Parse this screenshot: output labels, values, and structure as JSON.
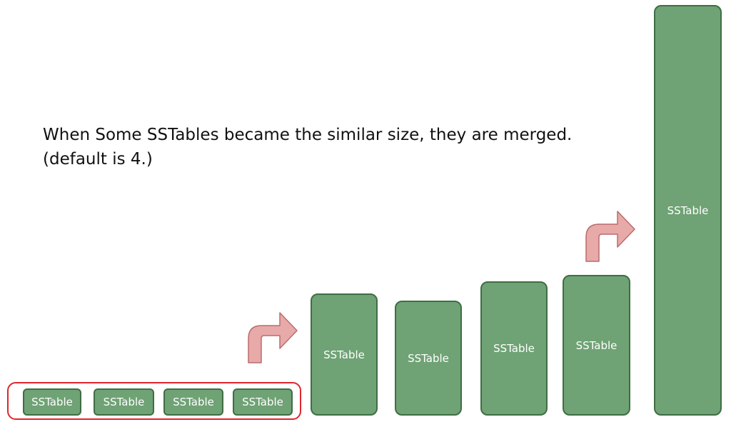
{
  "caption": {
    "line1": "When Some SSTables became the similar size, they are merged.",
    "line2": "(default is 4.)"
  },
  "small_tables": [
    {
      "label": "SSTable"
    },
    {
      "label": "SSTable"
    },
    {
      "label": "SSTable"
    },
    {
      "label": "SSTable"
    }
  ],
  "medium_tables": [
    {
      "label": "SSTable"
    },
    {
      "label": "SSTable"
    },
    {
      "label": "SSTable"
    },
    {
      "label": "SSTable"
    }
  ],
  "large_table": {
    "label": "SSTable"
  },
  "colors": {
    "table_fill": "#6fa274",
    "table_border": "#3f6e45",
    "group_border": "#e0262b",
    "arrow_fill": "#e8aaa9",
    "arrow_border": "#b86d6c"
  }
}
